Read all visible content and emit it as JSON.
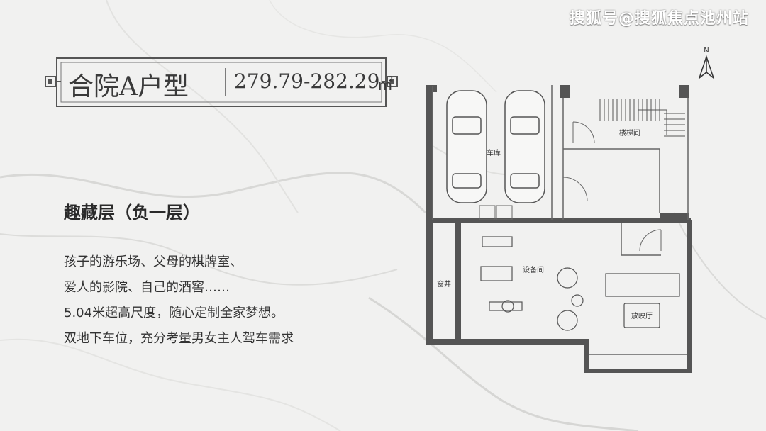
{
  "watermark": "搜狐号@搜狐焦点池州站",
  "title": {
    "main": "合院A户型",
    "area": "279.79-282.29",
    "unit": "㎡"
  },
  "subtitle": "趣藏层（负一层）",
  "description": [
    "孩子的游乐场、父母的棋牌室、",
    "爱人的影院、自己的酒窖……",
    "5.04米超高尺度，随心定制全家梦想。",
    "双地下车位，充分考量男女主人驾车需求"
  ],
  "floor_plan": {
    "compass": "N",
    "rooms": {
      "garage": "车库",
      "stairwell": "楼梯间",
      "equipment": "设备间",
      "window_well": "窗井",
      "theater": "放映厅"
    }
  }
}
